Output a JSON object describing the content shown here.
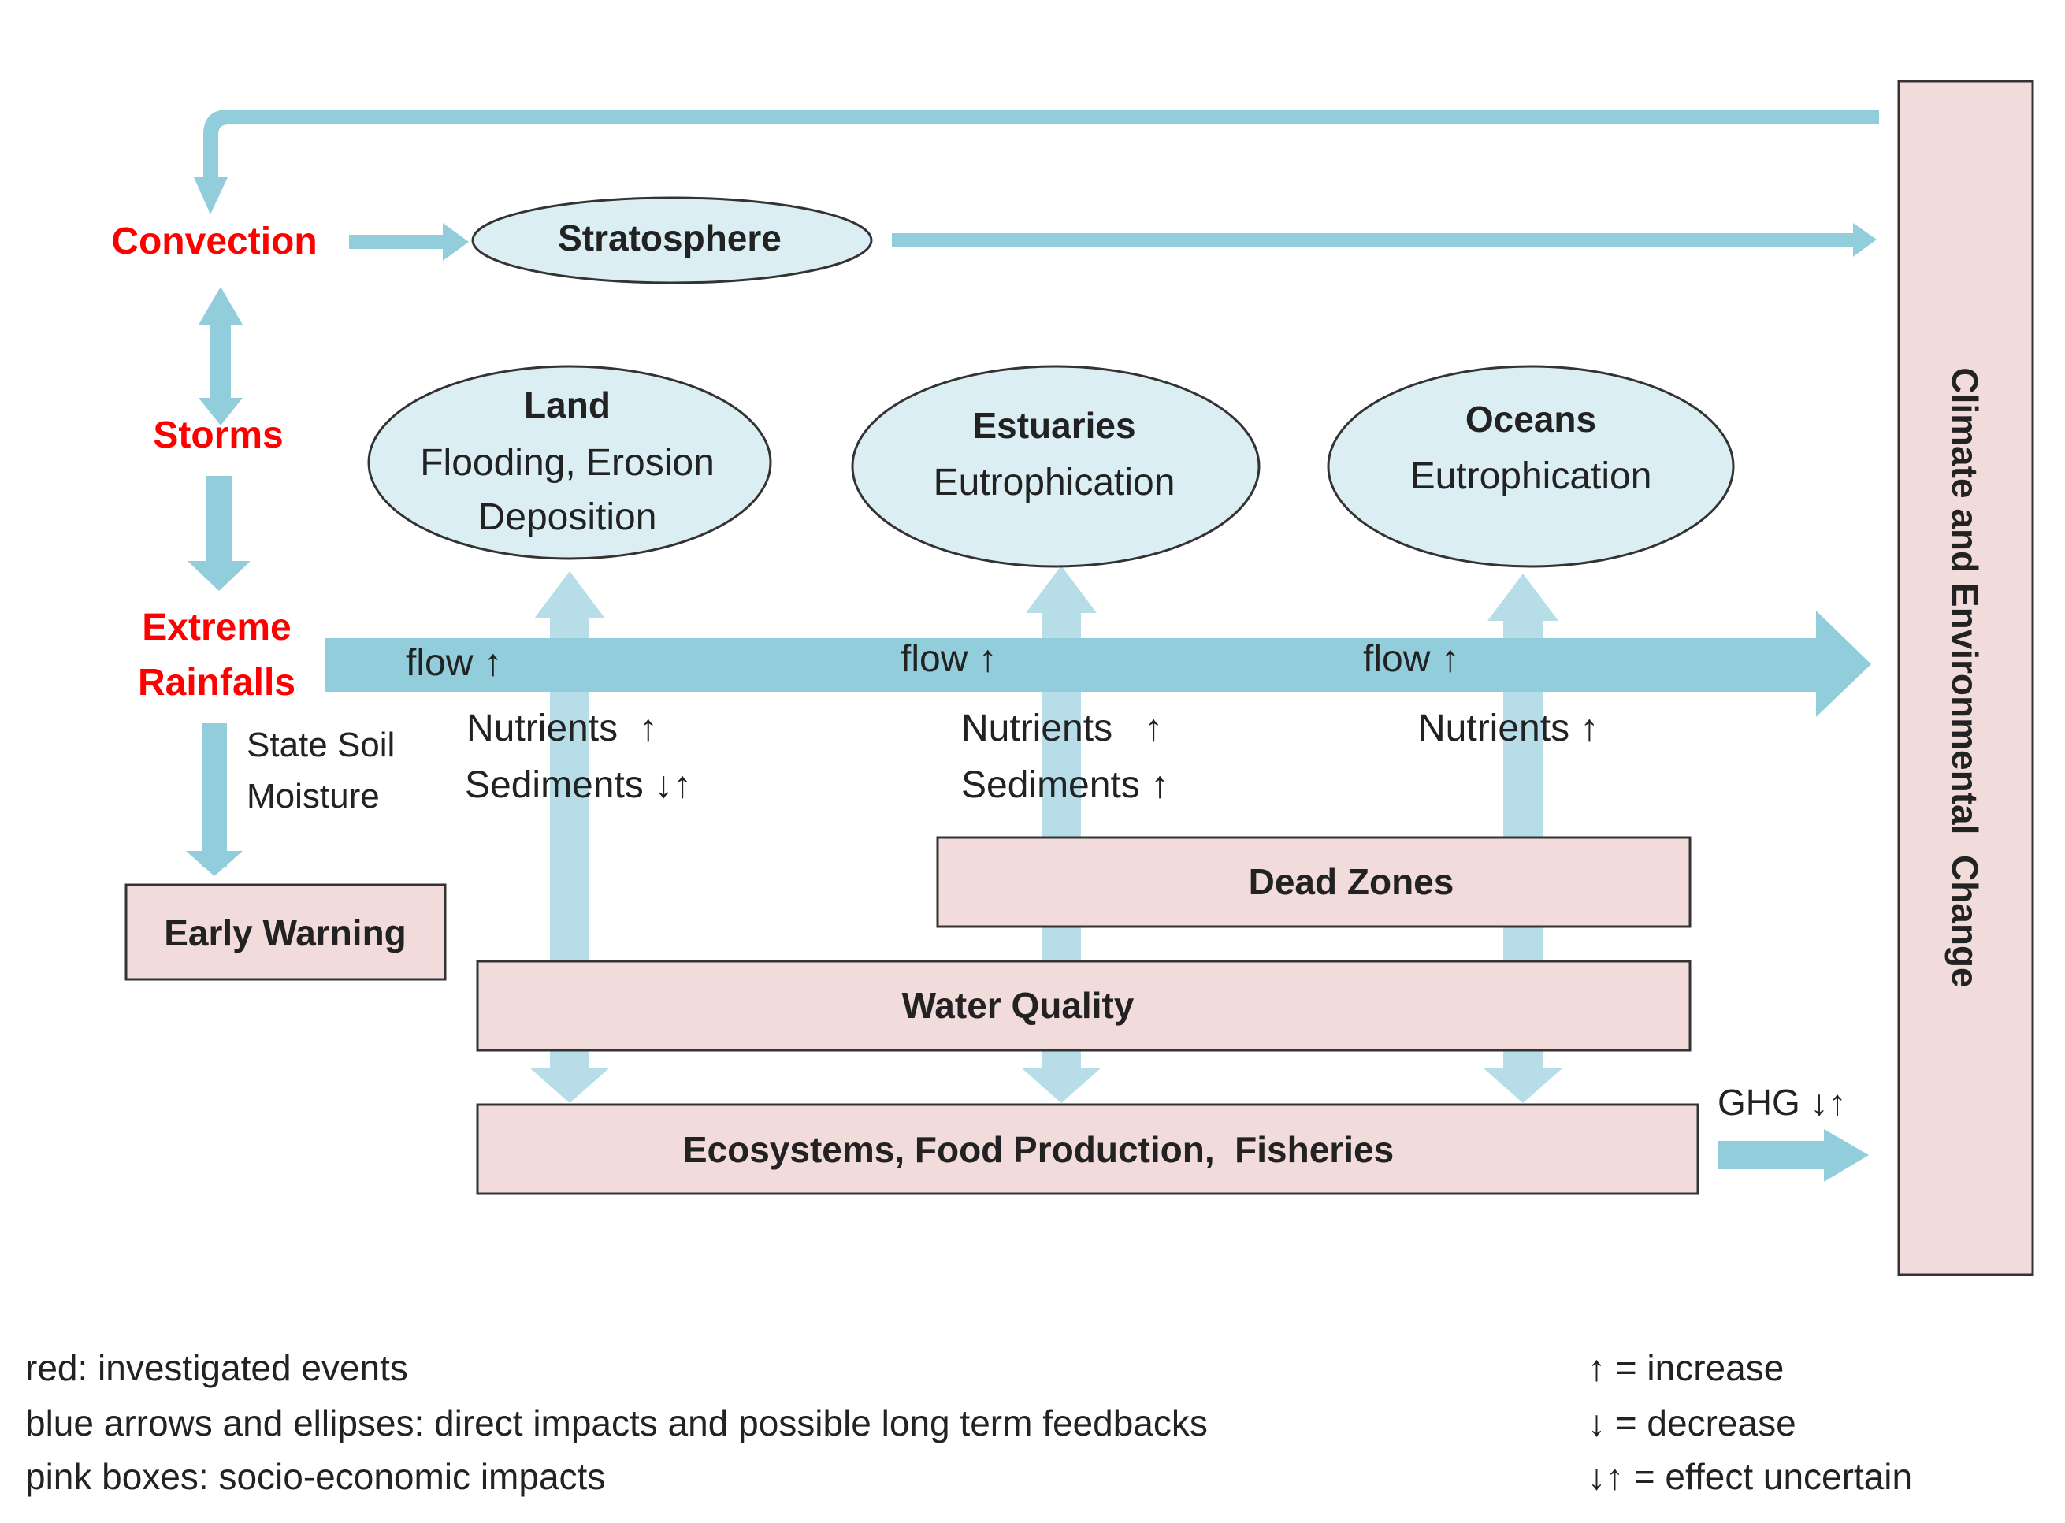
{
  "colors": {
    "arrow_blue": "#92cddc",
    "arrow_light_blue": "#b6dde8",
    "ellipse_fill": "#daeef3",
    "box_fill": "#f2dcdb",
    "event_red": "#ff0000",
    "text": "#222222"
  },
  "events": {
    "convection": "Convection",
    "storms": "Storms",
    "extreme_line1": "Extreme",
    "extreme_line2": "Rainfalls"
  },
  "ellipses": {
    "stratosphere": "Stratosphere",
    "land_title": "Land",
    "land_line1": "Flooding, Erosion",
    "land_line2": "Deposition",
    "estuaries_title": "Estuaries",
    "estuaries_line1": "Eutrophication",
    "oceans_title": "Oceans",
    "oceans_line1": "Eutrophication"
  },
  "flow_labels": [
    "flow ↑",
    "flow ↑",
    "flow ↑"
  ],
  "land_effects": {
    "nutrients": "Nutrients  ↑",
    "sediments": "Sediments ↓↑"
  },
  "estuaries_effects": {
    "nutrients": "Nutrients   ↑",
    "sediments": "Sediments ↑"
  },
  "oceans_effects": {
    "nutrients": "Nutrients ↑"
  },
  "soil_moisture": {
    "line1": "State Soil",
    "line2": "Moisture"
  },
  "boxes": {
    "early_warning": "Early Warning",
    "dead_zones": "Dead Zones",
    "water_quality": "Water Quality",
    "ecosystems": "Ecosystems, Food Production,  Fisheries",
    "climate": "Climate and Environmental  Change"
  },
  "ghg_label": "GHG ↓↑",
  "legend": {
    "left": [
      "red: investigated events",
      "blue arrows and ellipses: direct impacts and possible long term feedbacks",
      "pink boxes: socio-economic impacts"
    ],
    "right": [
      "↑ = increase",
      "↓ = decrease",
      "↓↑ = effect uncertain"
    ]
  }
}
